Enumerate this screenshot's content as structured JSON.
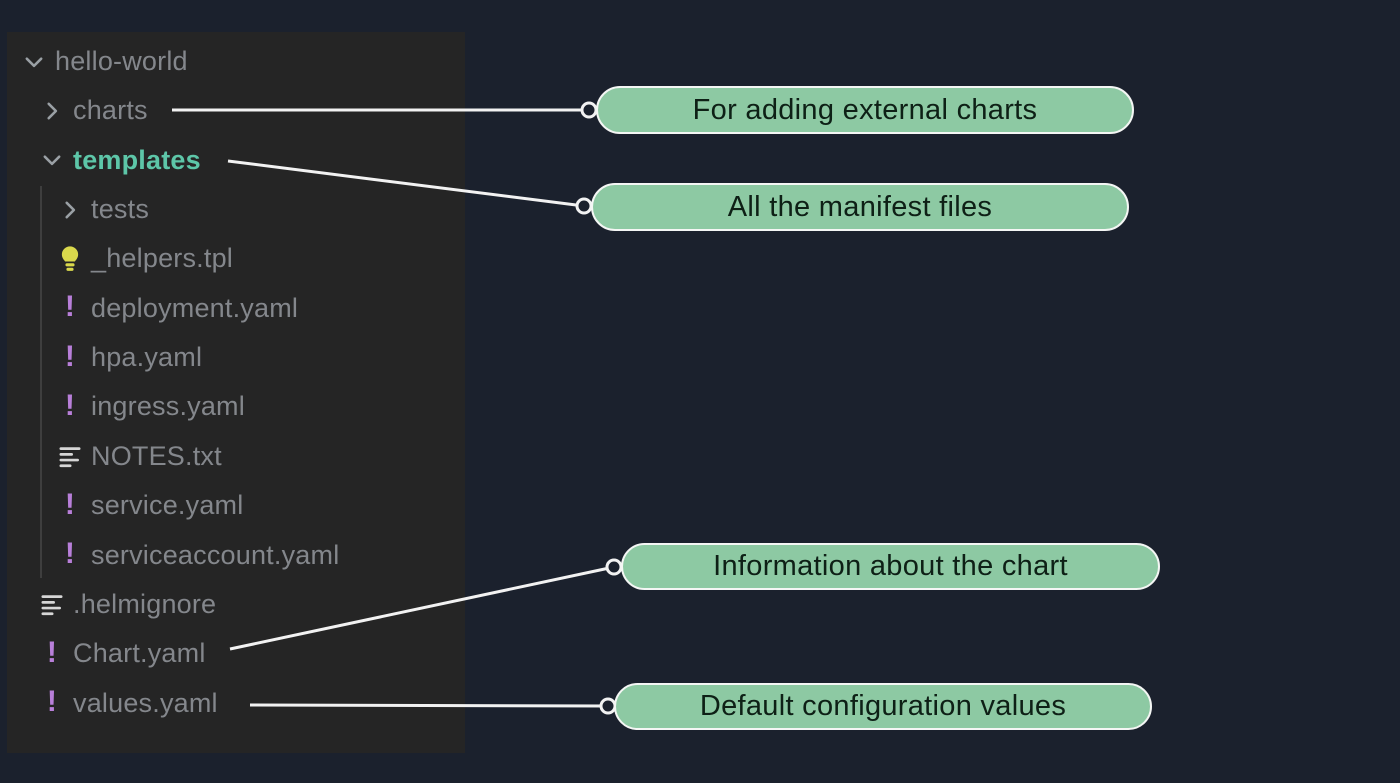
{
  "window": {
    "background": "#1b212d",
    "panel_background": "#252525"
  },
  "file_tree": {
    "items": [
      {
        "label": "hello-world",
        "kind": "folder",
        "state": "expanded",
        "icon": "chevron-down-icon",
        "level": 0,
        "highlighted": false
      },
      {
        "label": "charts",
        "kind": "folder",
        "state": "collapsed",
        "icon": "chevron-right-icon",
        "level": 1,
        "highlighted": false
      },
      {
        "label": "templates",
        "kind": "folder",
        "state": "expanded",
        "icon": "chevron-down-icon",
        "level": 1,
        "highlighted": true
      },
      {
        "label": "tests",
        "kind": "folder",
        "state": "collapsed",
        "icon": "chevron-right-icon",
        "level": 2,
        "highlighted": false
      },
      {
        "label": "_helpers.tpl",
        "kind": "file",
        "state": null,
        "icon": "lightbulb-icon",
        "level": 2,
        "highlighted": false
      },
      {
        "label": "deployment.yaml",
        "kind": "file",
        "state": null,
        "icon": "exclamation-icon",
        "level": 2,
        "highlighted": false
      },
      {
        "label": "hpa.yaml",
        "kind": "file",
        "state": null,
        "icon": "exclamation-icon",
        "level": 2,
        "highlighted": false
      },
      {
        "label": "ingress.yaml",
        "kind": "file",
        "state": null,
        "icon": "exclamation-icon",
        "level": 2,
        "highlighted": false
      },
      {
        "label": "NOTES.txt",
        "kind": "file",
        "state": null,
        "icon": "lines-icon",
        "level": 2,
        "highlighted": false
      },
      {
        "label": "service.yaml",
        "kind": "file",
        "state": null,
        "icon": "exclamation-icon",
        "level": 2,
        "highlighted": false
      },
      {
        "label": "serviceaccount.yaml",
        "kind": "file",
        "state": null,
        "icon": "exclamation-icon",
        "level": 2,
        "highlighted": false
      },
      {
        "label": ".helmignore",
        "kind": "file",
        "state": null,
        "icon": "lines-icon",
        "level": 1,
        "highlighted": false
      },
      {
        "label": "Chart.yaml",
        "kind": "file",
        "state": null,
        "icon": "exclamation-icon",
        "level": 1,
        "highlighted": false
      },
      {
        "label": "values.yaml",
        "kind": "file",
        "state": null,
        "icon": "exclamation-icon",
        "level": 1,
        "highlighted": false
      }
    ]
  },
  "annotations": [
    {
      "text": "For adding external charts",
      "target": "charts"
    },
    {
      "text": "All the manifest files",
      "target": "templates"
    },
    {
      "text": "Information about the chart",
      "target": "Chart.yaml"
    },
    {
      "text": "Default configuration values",
      "target": "values.yaml"
    }
  ],
  "colors": {
    "pill_background": "#8dc9a3",
    "pill_border": "#f4f6f4",
    "pill_text": "#0e2016",
    "connector_line": "#f2f2f2",
    "tree_text": "#84878c",
    "highlight_text": "#5dc6a8",
    "exclamation_icon": "#b87fd9",
    "lightbulb_icon": "#d9d84c",
    "lines_icon": "#d6d6d6",
    "chevron_icon": "#9aa0a5"
  }
}
